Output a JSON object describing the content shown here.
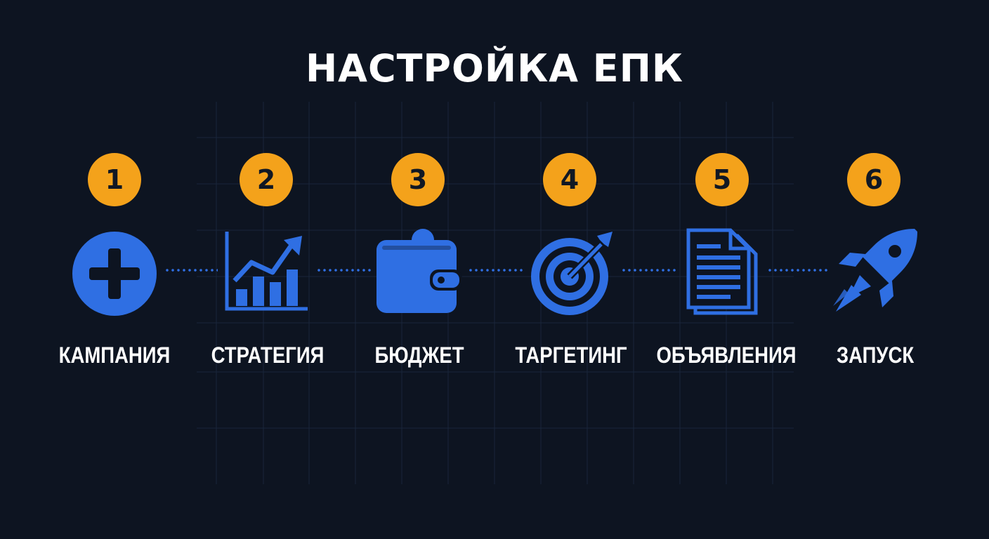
{
  "title": "НАСТРОЙКА ЕПК",
  "colors": {
    "background": "#0d1421",
    "accent": "#2f6fe3",
    "badge": "#f4a21b",
    "text": "#ffffff"
  },
  "steps": [
    {
      "number": "1",
      "label": "КАМПАНИЯ",
      "icon": "plus-circle-icon"
    },
    {
      "number": "2",
      "label": "СТРАТЕГИЯ",
      "icon": "growth-chart-icon"
    },
    {
      "number": "3",
      "label": "БЮДЖЕТ",
      "icon": "wallet-icon"
    },
    {
      "number": "4",
      "label": "ТАРГЕТИНГ",
      "icon": "target-icon"
    },
    {
      "number": "5",
      "label": "ОБЪЯВЛЕНИЯ",
      "icon": "documents-icon"
    },
    {
      "number": "6",
      "label": "ЗАПУСК",
      "icon": "rocket-icon"
    }
  ]
}
